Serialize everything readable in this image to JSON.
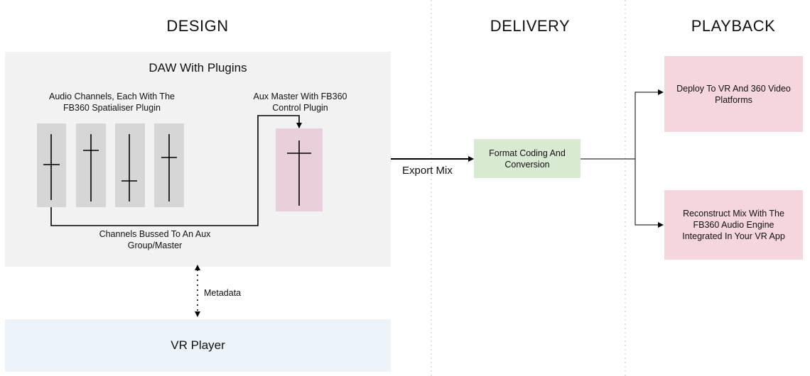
{
  "headings": {
    "design": "DESIGN",
    "delivery": "DELIVERY",
    "playback": "PLAYBACK"
  },
  "daw": {
    "title": "DAW With Plugins",
    "channels_label": "Audio Channels, Each With The FB360 Spatialiser Plugin",
    "aux_label": "Aux Master With FB360 Control Plugin",
    "bussed_label": "Channels Bussed To An Aux Group/Master"
  },
  "export_label": "Export Mix",
  "format_box": "Format Coding And Conversion",
  "deploy_box": "Deploy To VR And 360 Video Platforms",
  "reconstruct_box": "Reconstruct Mix With The FB360 Audio Engine Integrated In Your VR App",
  "metadata_label": "Metadata",
  "vr_player": "VR Player",
  "colors": {
    "grey_panel": "#f2f2f2",
    "fader_grey": "#d6d6d6",
    "aux_pink": "#e8cfdb",
    "green": "#d9ead3",
    "pink": "#f4d6dc",
    "blue": "#edf4f9"
  }
}
